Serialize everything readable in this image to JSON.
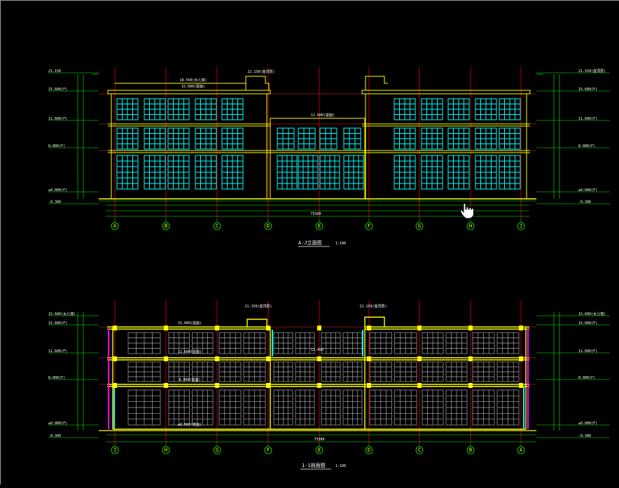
{
  "drawing": {
    "top_elevation": {
      "title": "A-J立面图",
      "scale": "1:100",
      "axes": [
        "A",
        "B",
        "C",
        "D",
        "E",
        "F",
        "G",
        "H",
        "J"
      ],
      "total_dim": "75300",
      "left_levels": [
        "21.150",
        "15.600(F)",
        "11.600(F)",
        "8.000(F)",
        "±0.000(F)",
        "-0.300"
      ],
      "right_levels": [
        "21.150(屋顶层)",
        "15.600(F)",
        "11.600(F)",
        "8.000(F)",
        "±0.000(F)",
        "-0.300"
      ],
      "annotations": [
        "21.150(屋顶层)",
        "18.550(女儿墙)",
        "15.600(屋面)",
        "11.600(屋面)"
      ]
    },
    "bottom_section": {
      "title": "1-1剖面图",
      "scale": "1:100",
      "axes": [
        "J",
        "H",
        "G",
        "F",
        "E",
        "D",
        "C",
        "B",
        "A"
      ],
      "total_dim": "75300",
      "left_levels": [
        "15.600(女儿墙)",
        "15.600(F)",
        "11.600(F)",
        "8.000(F)",
        "±0.000(F)",
        "-0.300"
      ],
      "right_levels": [
        "15.600(女儿墙)",
        "15.600(F)",
        "11.600(F)",
        "8.000(F)",
        "±0.000(F)",
        "-0.300"
      ],
      "annotations": [
        "21.150(屋顶层)",
        "21.150(屋顶层)",
        "15.600(屋面)",
        "11.600(屋面)",
        "8.000(屋面)",
        "±0.000(楼面)",
        "13.450"
      ]
    }
  },
  "colors": {
    "background": "#000000",
    "wall_outline": "#ffff00",
    "window": "#00ffff",
    "dimension": "#00ff00",
    "axis_line": "#ff0000",
    "section_wall": "#ff00ff"
  },
  "cursor_icon": "hand-pointer-icon"
}
